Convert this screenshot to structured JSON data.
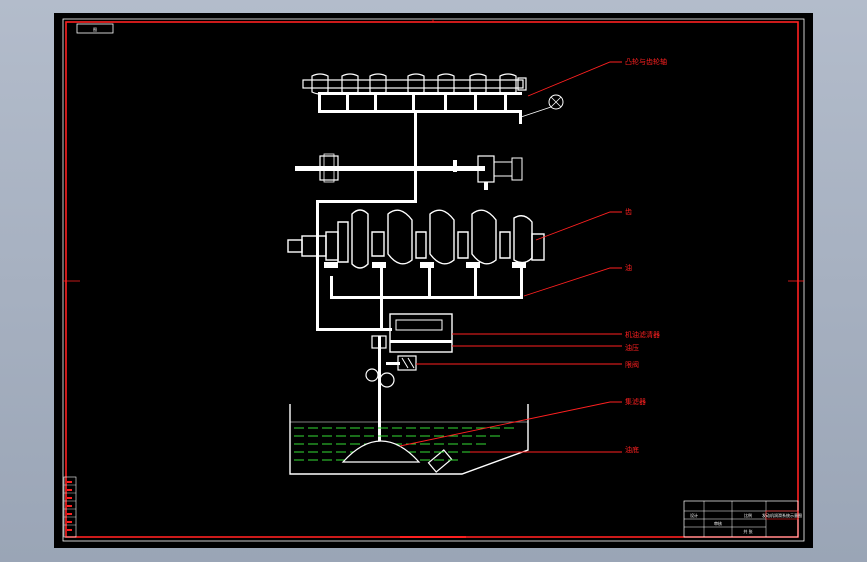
{
  "drawing": {
    "tag": "图",
    "labels": [
      "凸轮与齿轮轴",
      "齿",
      "油",
      "机油滤清器",
      "油压",
      "限阀",
      "集滤器",
      "油底"
    ],
    "title_block": {
      "title": "发动机润滑系统示意图",
      "fields": [
        "设计",
        "审核",
        "比例",
        "共 张"
      ]
    }
  }
}
